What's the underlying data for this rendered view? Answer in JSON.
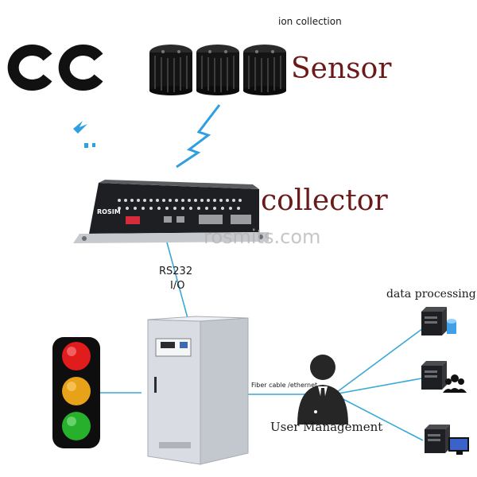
{
  "texts": {
    "header_caption": "ion collection",
    "sensor_label": "Sensor",
    "collector_label": "collector",
    "watermark": "rosmits.com",
    "rs232": "RS232",
    "io": "I/O",
    "data_processing": "data processing",
    "fiber_cable": "Fiber cable /ethernet",
    "user_management": "User Management",
    "device_brand": "ROSIM"
  },
  "colors": {
    "wire": "#3aa8d8",
    "bolt": "#2e9fe0",
    "red_light": "#e01c1c",
    "yellow_light": "#e8a21a",
    "green_light": "#27b02c",
    "cabinet": "#d9dde3",
    "device_dark": "#1e1f22"
  },
  "icons": [
    "partial-c-glyphs",
    "sensor-cylinder-icon",
    "lightning-bolt-icon",
    "collector-device",
    "traffic-light-icon",
    "cabinet-icon",
    "user-management-icon",
    "server-database-icon",
    "server-users-icon",
    "server-monitor-icon"
  ]
}
